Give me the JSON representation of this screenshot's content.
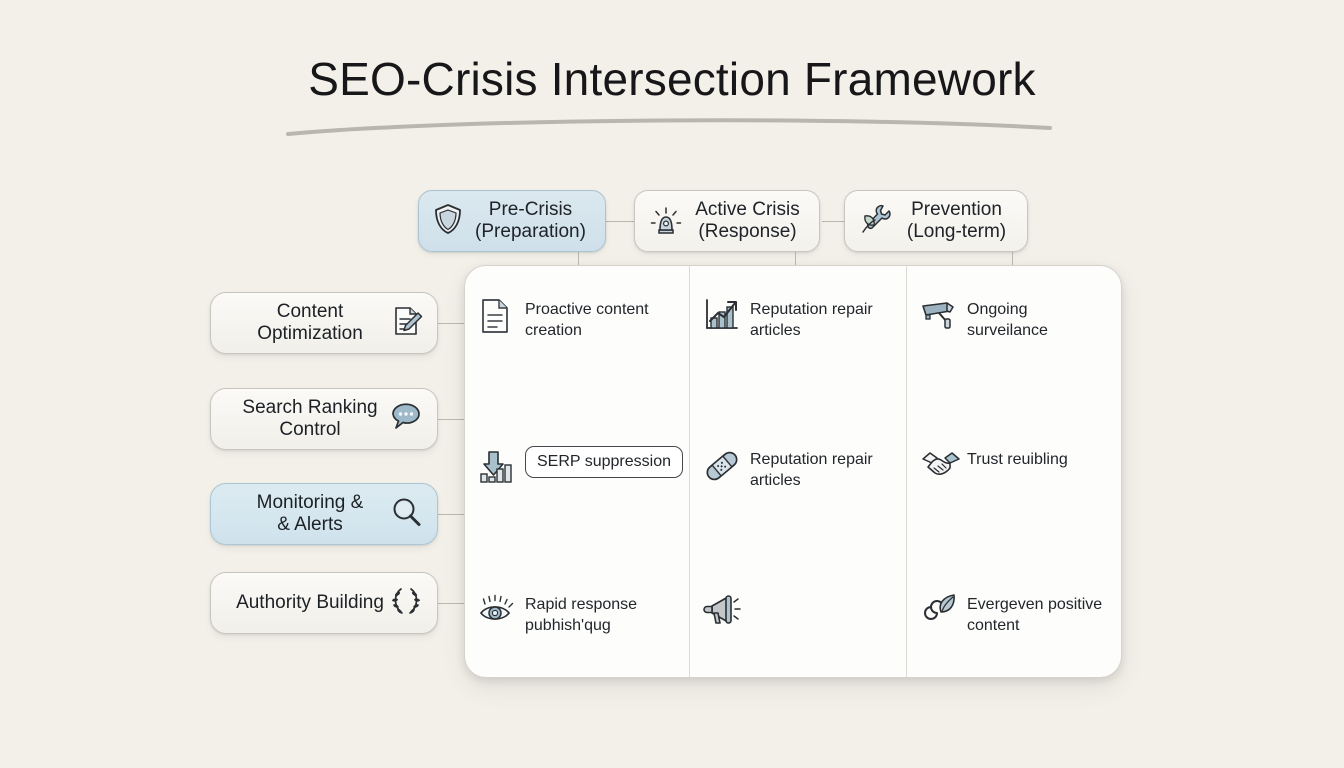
{
  "title": "SEO-Crisis Intersection Framework",
  "header": {
    "pills": [
      {
        "name": "pre-crisis",
        "line1": "Pre-Crisis",
        "line2": "(Preparation)",
        "icon": "shield-icon",
        "accent": true
      },
      {
        "name": "active-crisis",
        "line1": "Active Crisis",
        "line2": "(Response)",
        "icon": "siren-icon",
        "accent": false
      },
      {
        "name": "prevention",
        "line1": "Prevention",
        "line2": "(Long-term)",
        "icon": "wrench-leaf-icon",
        "accent": false
      }
    ]
  },
  "sidebar": {
    "items": [
      {
        "name": "content-optimization",
        "line1": "Content",
        "line2": "Optimization",
        "icon": "document-pencil-icon",
        "accent": false
      },
      {
        "name": "search-ranking-control",
        "line1": "Search Ranking",
        "line2": "Control",
        "icon": "speech-bubble-icon",
        "accent": false
      },
      {
        "name": "monitoring-alerts",
        "line1": "Monitoring &",
        "line2": "& Alerts",
        "icon": "magnifier-icon",
        "accent": true
      },
      {
        "name": "authority-building",
        "line1": "Authority Building",
        "line2": "",
        "icon": "laurel-wreath-icon",
        "accent": false
      }
    ]
  },
  "matrix": {
    "columns": [
      {
        "name": "pre-crisis-column",
        "cells": [
          {
            "name": "proactive-content-creation",
            "line1": "Proactive content",
            "line2": "creation",
            "icon": "document-icon",
            "boxed": false
          },
          {
            "name": "serp-suppression",
            "line1": "SERP suppression",
            "line2": "",
            "icon": "down-arrow-bars-icon",
            "boxed": true
          },
          {
            "name": "rapid-response-publishing",
            "line1": "Rapid response",
            "line2": "pubhish'qug",
            "icon": "eye-icon",
            "boxed": false
          }
        ]
      },
      {
        "name": "active-crisis-column",
        "cells": [
          {
            "name": "reputation-repair-articles-growth",
            "line1": "Reputation repair",
            "line2": "articles",
            "icon": "growth-chart-icon",
            "boxed": false
          },
          {
            "name": "reputation-repair-articles-bandage",
            "line1": "Reputation repair",
            "line2": "articles",
            "icon": "bandage-icon",
            "boxed": false
          },
          {
            "name": "megaphone-item",
            "line1": "",
            "line2": "",
            "icon": "megaphone-icon",
            "boxed": false
          }
        ]
      },
      {
        "name": "prevention-column",
        "cells": [
          {
            "name": "ongoing-surveillance",
            "line1": "Ongoing",
            "line2": "surveilance",
            "icon": "cctv-camera-icon",
            "boxed": false
          },
          {
            "name": "trust-rebuilding",
            "line1": "Trust reuibling",
            "line2": "",
            "icon": "handshake-icon",
            "boxed": false
          },
          {
            "name": "evergreen-positive-content",
            "line1": "Evergeven positive",
            "line2": "content",
            "icon": "infinity-leaf-icon",
            "boxed": false
          }
        ]
      }
    ]
  },
  "colors": {
    "background": "#f3f0e9",
    "panel": "#fdfdfc",
    "accent_fill": "#cfe2ec",
    "accent_border": "#a9c3d2",
    "icon_fill": "#a3bac7",
    "stroke": "#2b2f33"
  }
}
